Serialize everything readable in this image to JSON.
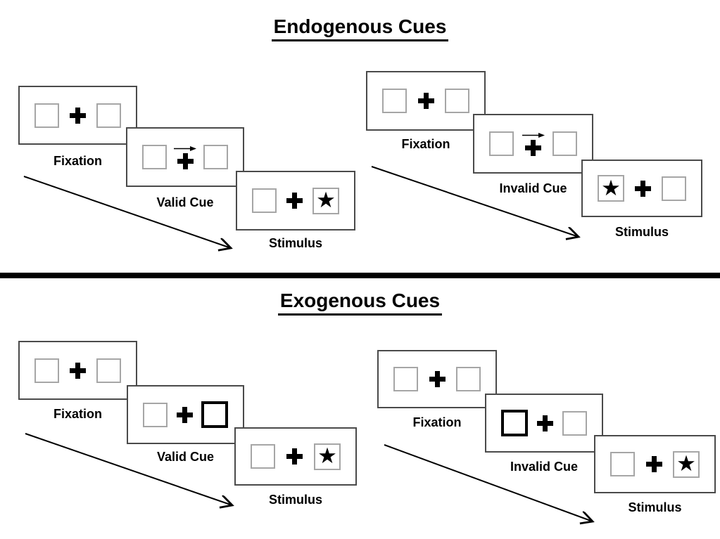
{
  "colors": {
    "background": "#ffffff",
    "panel_border": "#4a4a4a",
    "box_border": "#a6a6a6",
    "highlight_border": "#000000",
    "ink": "#000000"
  },
  "icons": {
    "star": "★",
    "fixation_cross": "heavy-plus",
    "cue_arrow": "right-arrow",
    "sequence_arrow": "diagonal-down-right-arrow"
  },
  "sections": [
    {
      "title": "Endogenous Cues",
      "sequences": [
        {
          "condition": "Valid",
          "steps": [
            {
              "label": "Fixation",
              "left_box": "empty",
              "center": "fixation-cross",
              "right_box": "empty"
            },
            {
              "label": "Valid Cue",
              "left_box": "empty",
              "center": "fixation-cross-with-right-arrow-above",
              "right_box": "empty"
            },
            {
              "label": "Stimulus",
              "left_box": "empty",
              "center": "fixation-cross",
              "right_box": "star"
            }
          ]
        },
        {
          "condition": "Invalid",
          "steps": [
            {
              "label": "Fixation",
              "left_box": "empty",
              "center": "fixation-cross",
              "right_box": "empty"
            },
            {
              "label": "Invalid Cue",
              "left_box": "empty",
              "center": "fixation-cross-with-right-arrow-above",
              "right_box": "empty"
            },
            {
              "label": "Stimulus",
              "left_box": "star",
              "center": "fixation-cross",
              "right_box": "empty"
            }
          ]
        }
      ]
    },
    {
      "title": "Exogenous Cues",
      "sequences": [
        {
          "condition": "Valid",
          "steps": [
            {
              "label": "Fixation",
              "left_box": "empty",
              "center": "fixation-cross",
              "right_box": "empty"
            },
            {
              "label": "Valid Cue",
              "left_box": "empty",
              "center": "fixation-cross",
              "right_box": "highlighted-thick-outline"
            },
            {
              "label": "Stimulus",
              "left_box": "empty",
              "center": "fixation-cross",
              "right_box": "star"
            }
          ]
        },
        {
          "condition": "Invalid",
          "steps": [
            {
              "label": "Fixation",
              "left_box": "empty",
              "center": "fixation-cross",
              "right_box": "empty"
            },
            {
              "label": "Invalid Cue",
              "left_box": "highlighted-thick-outline",
              "center": "fixation-cross",
              "right_box": "empty"
            },
            {
              "label": "Stimulus",
              "left_box": "empty",
              "center": "fixation-cross",
              "right_box": "star"
            }
          ]
        }
      ]
    }
  ]
}
